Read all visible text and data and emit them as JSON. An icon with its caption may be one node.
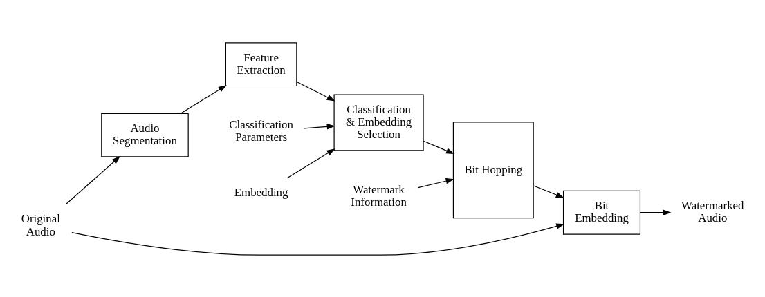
{
  "diagram": {
    "nodes": [
      {
        "text": [
          "Original Audio"
        ]
      },
      {
        "text": [
          "Audio Segmentation"
        ]
      },
      {
        "text": [
          "Feature Extraction"
        ]
      },
      {
        "text": [
          "Classification & Embedding Selection"
        ]
      },
      {
        "text": [
          "Bit Hopping"
        ]
      },
      {
        "text": [
          "Bit Embedding"
        ]
      },
      {
        "text": [
          "Watermarked Audio"
        ]
      },
      {
        "text": [
          "Watermark Information"
        ]
      },
      {
        "text": [
          "Classification Parameters"
        ]
      },
      {
        "text": [
          "Embedding"
        ]
      }
    ],
    "edges": [
      {
        "from": 0,
        "to": 5,
        "arrow": "to"
      },
      {
        "from": 0,
        "to": 1,
        "arrow": "to"
      },
      {
        "from": 1,
        "to": 2,
        "arrow": "to"
      },
      {
        "from": 2,
        "to": 3,
        "arrow": "to"
      },
      {
        "from": 3,
        "to": 4,
        "arrow": "to"
      },
      {
        "from": 4,
        "to": 5,
        "arrow": "to"
      },
      {
        "from": 5,
        "to": 6,
        "arrow": "to"
      },
      {
        "from": 7,
        "to": 4,
        "arrow": "to"
      },
      {
        "from": 8,
        "to": 3,
        "arrow": "to"
      },
      {
        "from": 9,
        "to": 3,
        "arrow": "to"
      }
    ]
  }
}
